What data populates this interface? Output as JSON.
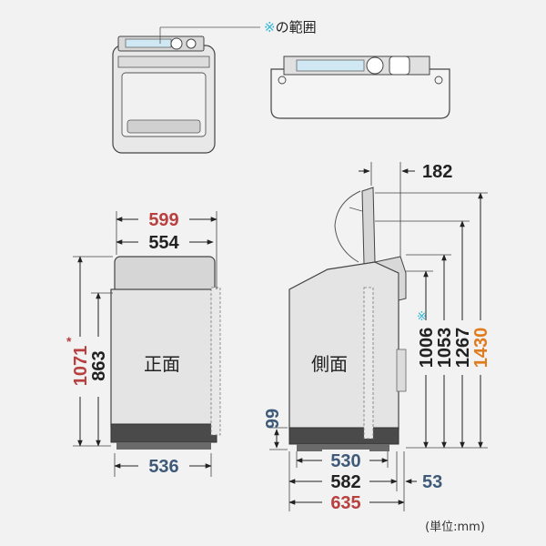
{
  "colors": {
    "red": "#b8403f",
    "blue": "#3e5a78",
    "orange": "#e07b1e",
    "cyan": "#35b6d6",
    "ink": "#222222",
    "body_fill": "#e4e4e4",
    "lid_fill": "#d6d6d6",
    "dark": "#4a4a4a",
    "tray": "#cfe8f3"
  },
  "callout": {
    "mark": "※",
    "text": "の範囲"
  },
  "front": {
    "label": "正面",
    "width_total": "599",
    "width_body": "554",
    "width_base": "536",
    "height_total": "1071",
    "height_total_mark": "*",
    "height_body": "863"
  },
  "side": {
    "label": "側面",
    "lid_offset": "182",
    "h1": "1006",
    "h1_mark": "※",
    "h2": "1053",
    "h3": "1267",
    "h4": "1430",
    "foot_height": "99",
    "depth_base": "530",
    "depth_body": "582",
    "depth_total": "635",
    "hose": "53"
  },
  "unit": "(単位:mm)"
}
